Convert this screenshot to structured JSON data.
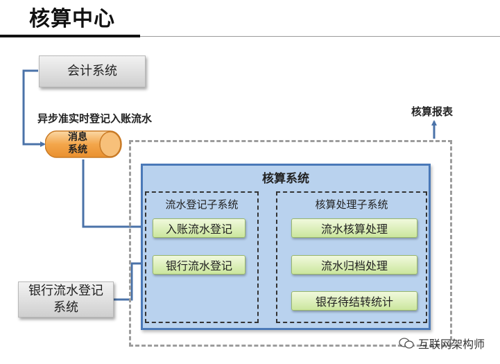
{
  "header": {
    "title": "核算中心"
  },
  "nodes": {
    "accounting_system": "会计系统",
    "async_label": "异步准实时登记入账流水",
    "message_system": [
      "消息",
      "系统"
    ],
    "report": "核算报表",
    "core_system": "核算系统",
    "flow_register_subsystem": "流水登记子系统",
    "accounting_process_subsystem": "核算处理子系统",
    "ledger_flow_register": "入账流水登记",
    "bank_flow_register": "银行流水登记",
    "flow_accounting_process": "流水核算处理",
    "flow_archive_process": "流水归档处理",
    "deposit_settlement_stats": "银存待结转统计",
    "bank_flow_system": [
      "银行流水登记",
      "系统"
    ]
  },
  "watermark": {
    "text": "互联网架构师"
  },
  "colors": {
    "core_fill": "#b9d2ee",
    "core_border": "#4a79b8",
    "green_fill": "#cbe69d",
    "arrow_blue": "#4a72a8",
    "arrow_red": "#c0334a",
    "cylinder": "#f3a64b"
  }
}
